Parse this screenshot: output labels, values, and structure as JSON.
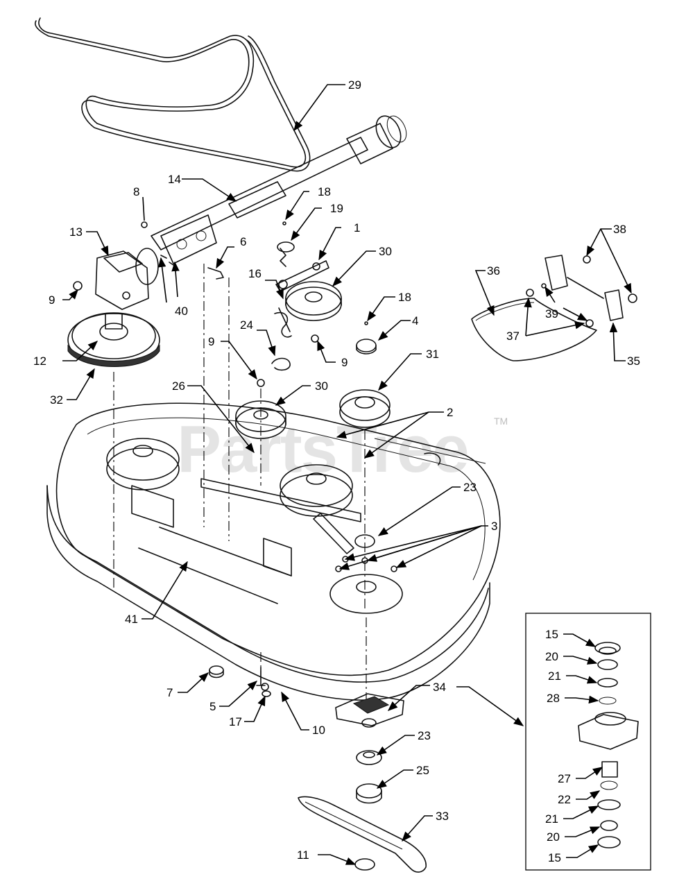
{
  "watermark": {
    "text": "PartsTree",
    "tm": "TM"
  },
  "callouts": {
    "c1": "1",
    "c2": "2",
    "c3": "3",
    "c4": "4",
    "c5": "5",
    "c6": "6",
    "c7": "7",
    "c8": "8",
    "c9a": "9",
    "c9b": "9",
    "c9c": "9",
    "c10": "10",
    "c11": "11",
    "c12": "12",
    "c13": "13",
    "c14": "14",
    "c15a": "15",
    "c15b": "15",
    "c16": "16",
    "c17": "17",
    "c18a": "18",
    "c18b": "18",
    "c19": "19",
    "c20a": "20",
    "c20b": "20",
    "c21a": "21",
    "c21b": "21",
    "c22": "22",
    "c23a": "23",
    "c23b": "23",
    "c24": "24",
    "c25": "25",
    "c26": "26",
    "c27": "27",
    "c28": "28",
    "c29": "29",
    "c30a": "30",
    "c30b": "30",
    "c31": "31",
    "c32": "32",
    "c33": "33",
    "c34": "34",
    "c35": "35",
    "c36": "36",
    "c37": "37",
    "c38": "38",
    "c39": "39",
    "c40": "40",
    "c41": "41"
  }
}
